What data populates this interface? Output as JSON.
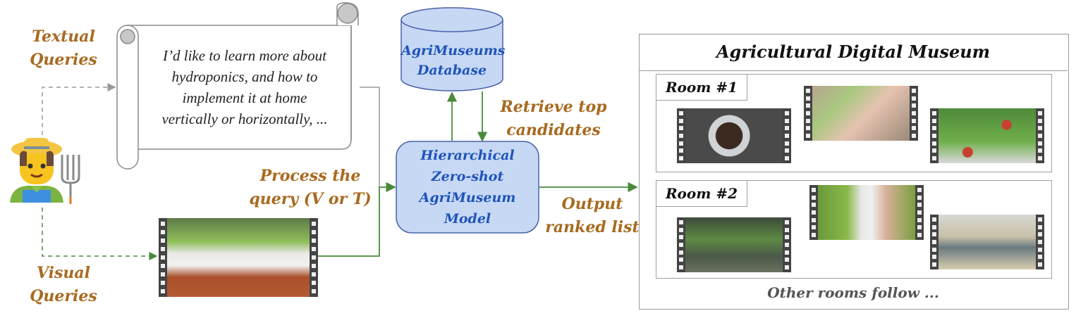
{
  "user": {
    "icon": "farmer-emoji",
    "textual_label": [
      "Textual",
      "Queries"
    ],
    "visual_label": [
      "Visual",
      "Queries"
    ]
  },
  "text_query": {
    "lines": [
      "I’d like to learn more about",
      "hydroponics, and how to",
      "implement  it at home",
      "vertically or horizontally, ..."
    ]
  },
  "visual_query": {
    "thumbnail": "hydroponic-lettuce-video"
  },
  "process_label": [
    "Process the",
    "query (V or T)"
  ],
  "database": {
    "lines": [
      "AgriMuseums",
      "Database"
    ]
  },
  "retrieve_label": [
    "Retrieve top",
    "candidates"
  ],
  "model": {
    "lines": [
      "Hierarchical",
      "Zero-shot",
      "AgriMuseum",
      "Model"
    ]
  },
  "output_label": [
    "Output",
    "ranked list"
  ],
  "museum": {
    "title": "Agricultural Digital Museum",
    "rooms": [
      {
        "label": "Room #1",
        "videos": [
          "peat-pellets-video",
          "seedling-roots-video",
          "tomato-vines-video"
        ]
      },
      {
        "label": "Room #2",
        "videos": [
          "vertical-greenhouse-video",
          "basil-tower-video",
          "floating-raft-video"
        ]
      }
    ],
    "footer": "Other rooms follow ..."
  },
  "colors": {
    "label_brown": "#a86a1f",
    "model_blue_fill": "#c7d8f5",
    "model_blue_text": "#1f54b8",
    "arrow_green": "#4a8a3a",
    "dashed_gray": "#9a9a9a"
  }
}
